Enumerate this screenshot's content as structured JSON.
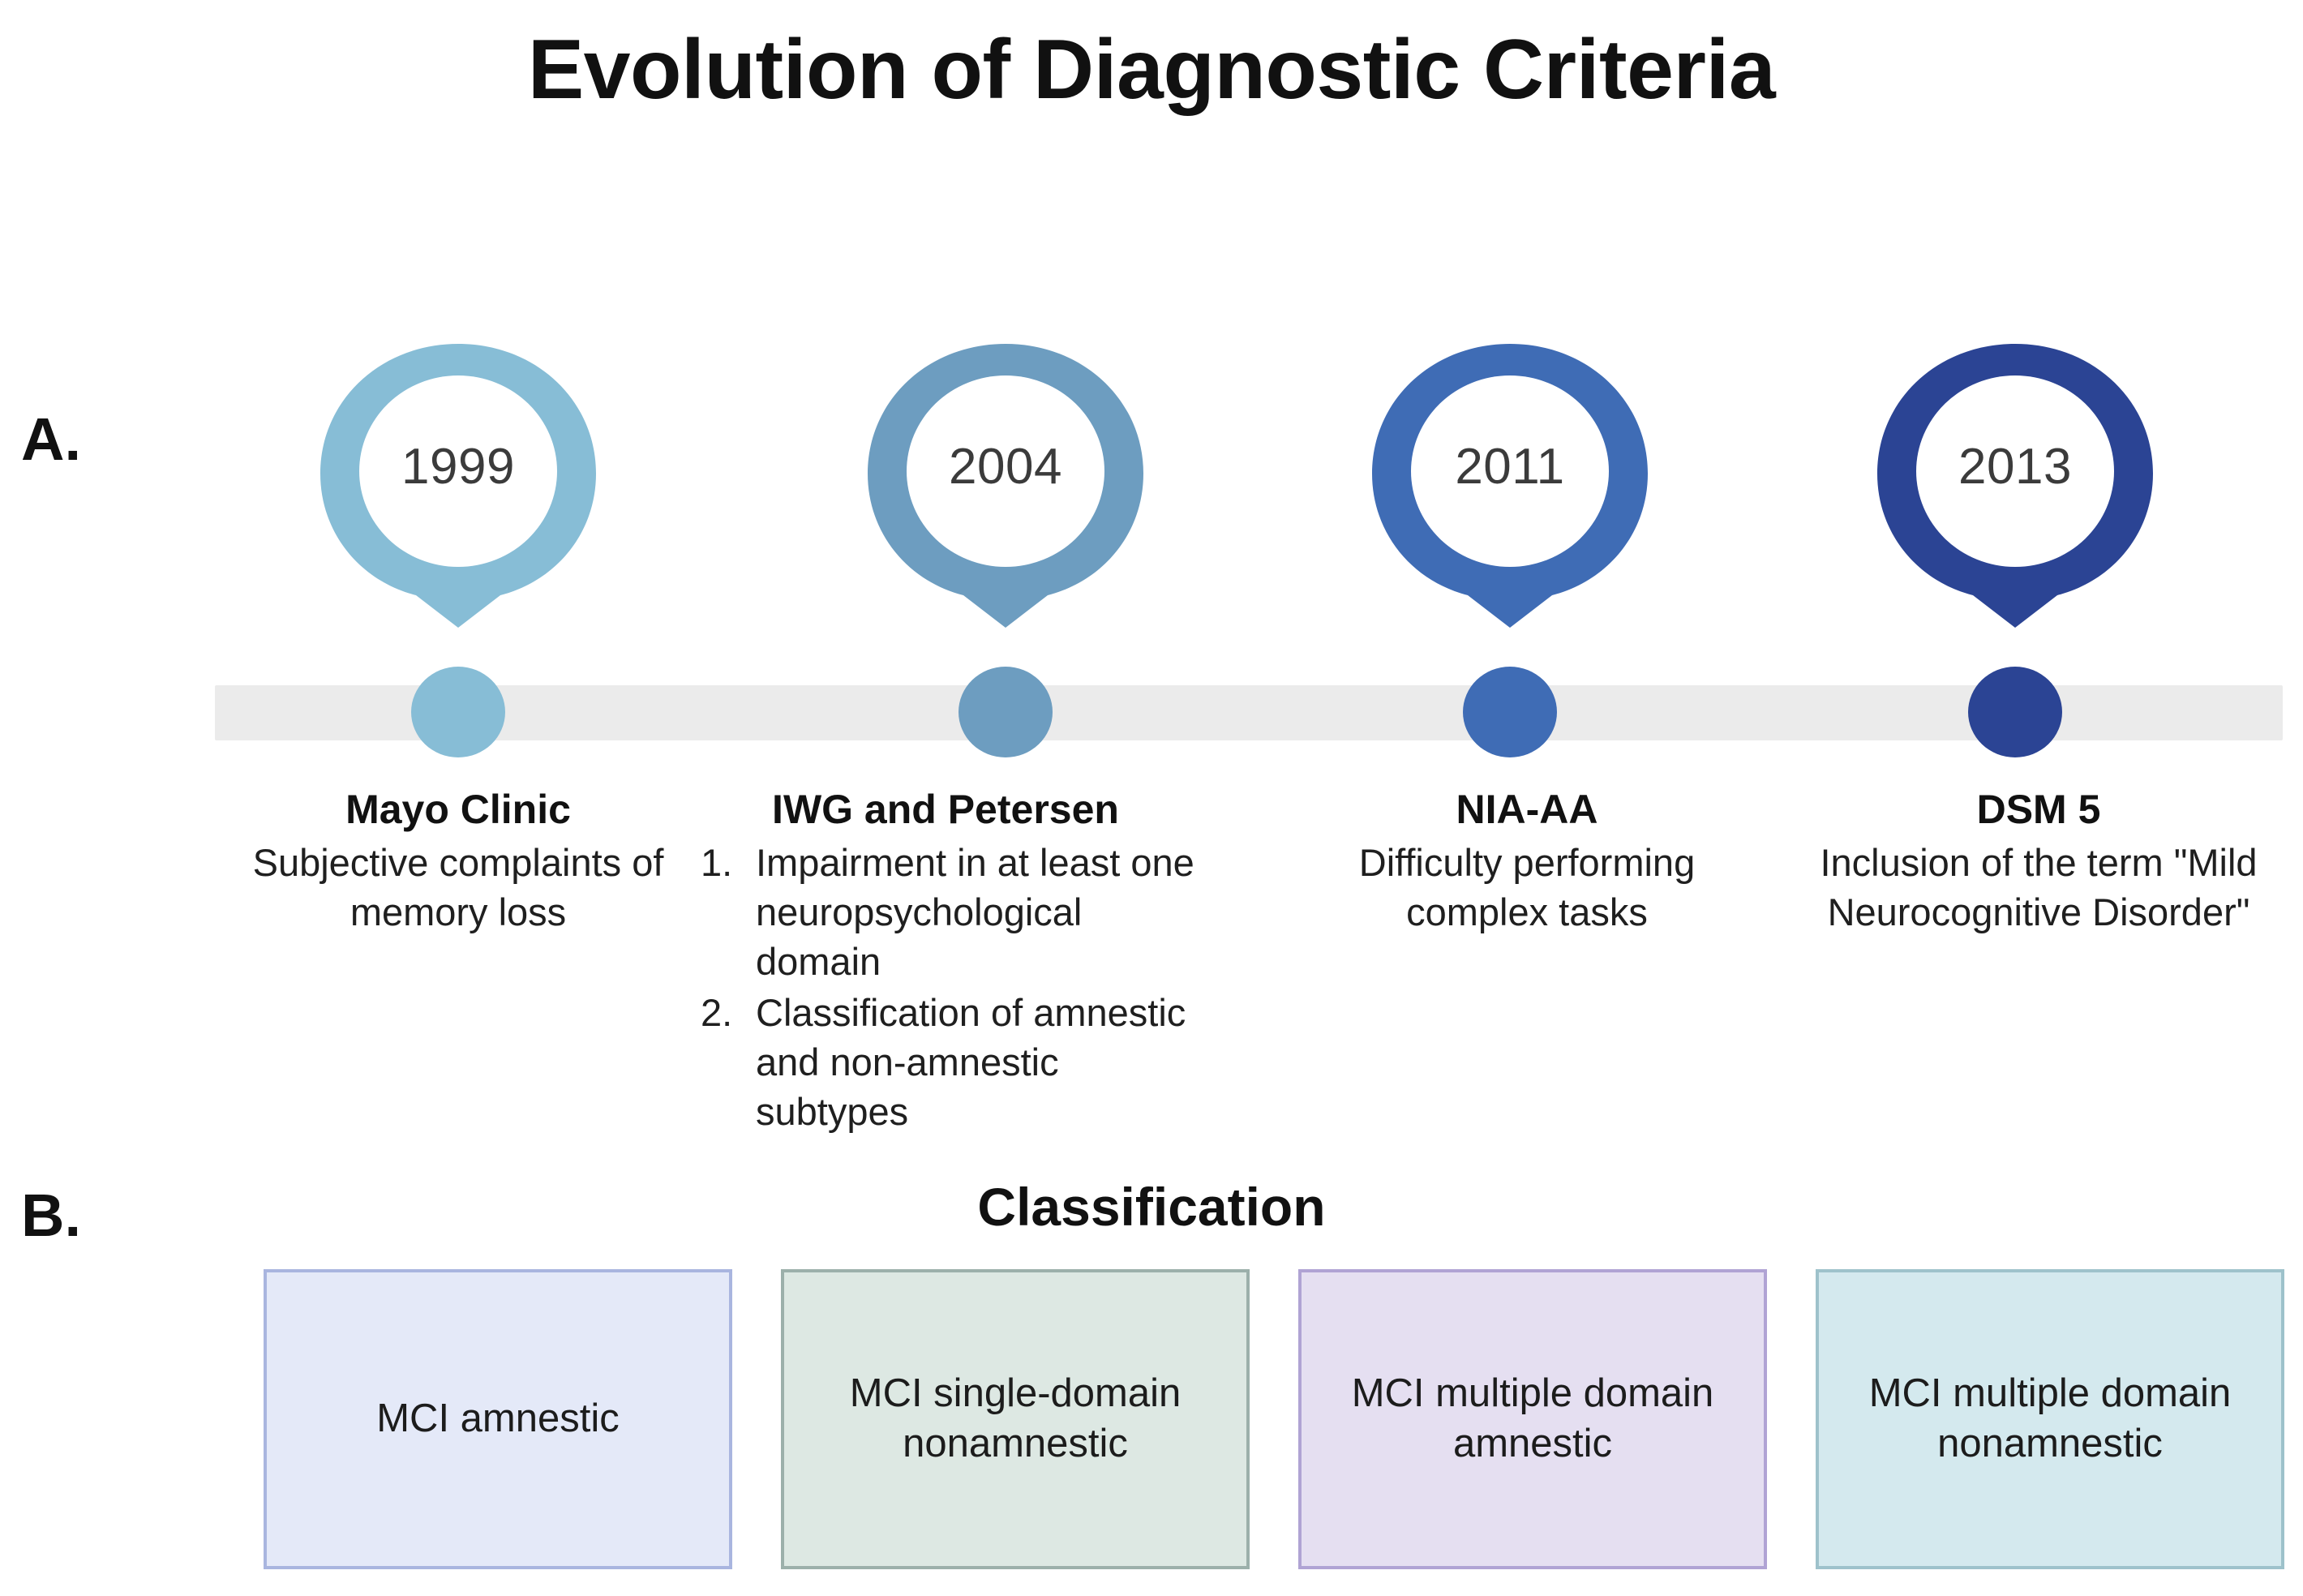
{
  "figure": {
    "title": "Evolution of Diagnostic Criteria"
  },
  "panels": {
    "a_label": "A.",
    "b_label": "B."
  },
  "timeline": {
    "bar_color": "#ebebeb",
    "milestones": [
      {
        "year": "1999",
        "color": "#87bdd6",
        "title": "Mayo Clinic",
        "desc": "Subjective complaints of memory loss",
        "list": []
      },
      {
        "year": "2004",
        "color": "#6d9dc0",
        "title": "IWG and Petersen",
        "desc": "",
        "list": [
          {
            "num": "1.",
            "text": "Impairment in at least one neuropsychological domain"
          },
          {
            "num": "2.",
            "text": "Classification of amnestic and non-amnestic subtypes"
          }
        ]
      },
      {
        "year": "2011",
        "color": "#3f6cb5",
        "title": "NIA-AA",
        "desc": "Difficulty performing complex tasks",
        "list": []
      },
      {
        "year": "2013",
        "color": "#2b4494",
        "title": "DSM 5",
        "desc": "Inclusion of the term \"Mild Neurocognitive Disorder\"",
        "list": []
      }
    ]
  },
  "classification": {
    "title": "Classification",
    "boxes": [
      {
        "label": "MCI amnestic",
        "fill": "#e4e9f8",
        "border": "#a9b5df"
      },
      {
        "label": "MCI single-domain nonamnestic",
        "fill": "#dde8e3",
        "border": "#9cb0ab"
      },
      {
        "label": "MCI multiple domain amnestic",
        "fill": "#e5dff1",
        "border": "#b0a3d4"
      },
      {
        "label": "MCI multiple domain nonamnestic",
        "fill": "#d4e9ee",
        "border": "#9ec2cb"
      }
    ]
  }
}
